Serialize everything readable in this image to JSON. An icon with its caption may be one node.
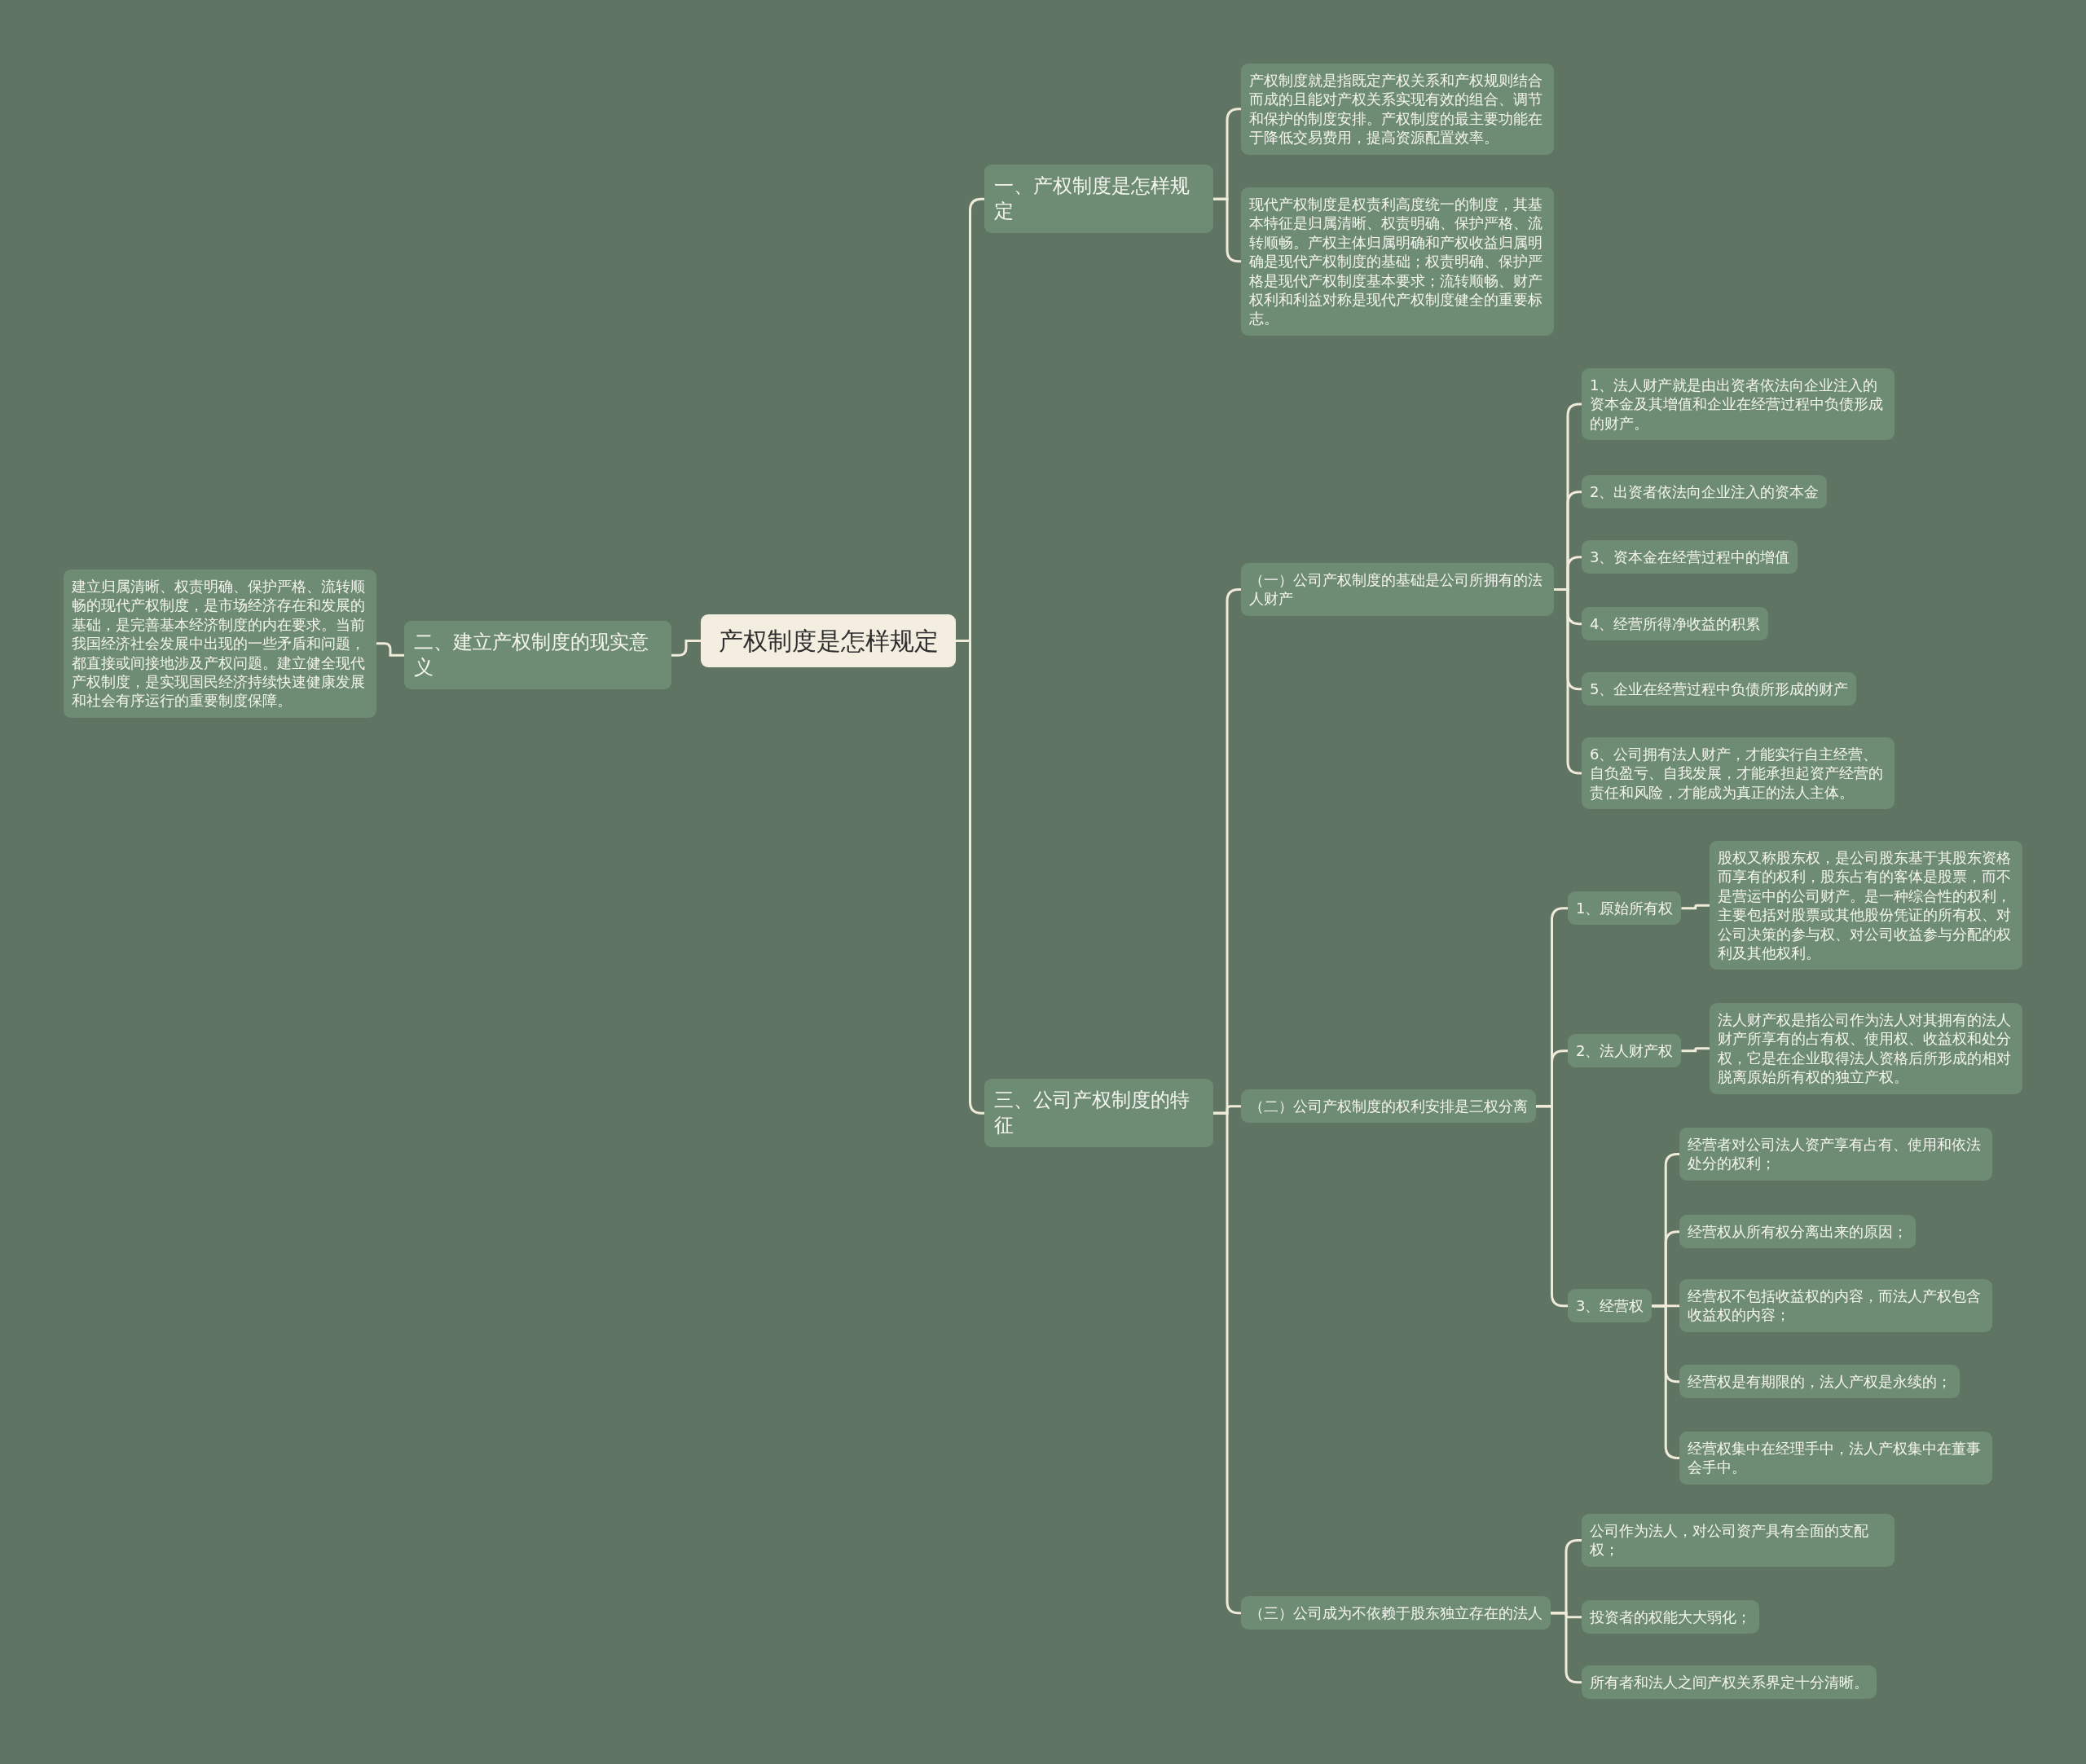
{
  "diagram": {
    "nodes": [
      {
        "text": [
          "产权制度是怎样规定"
        ]
      },
      {
        "text": [
          "一、产权制度是怎样规定"
        ]
      },
      {
        "text": [
          "产权制度就是指既定产权关系和产权规则结合而成的且能对产权关系实现有效的组合、调节和保护的制度安排。产权制度的最主要功能在于降低交易费用，提高资源配置效率。"
        ]
      },
      {
        "text": [
          "现代产权制度是权责利高度统一的制度，其基本特征是归属清晰、权责明确、保护严格、流转顺畅。产权主体归属明确和产权收益归属明确是现代产权制度的基础；权责明确、保护严格是现代产权制度基本要求；流转顺畅、财产权利和利益对称是现代产权制度健全的重要标志。"
        ]
      },
      {
        "text": [
          "二、建立产权制度的现实意义"
        ]
      },
      {
        "text": [
          "建立归属清晰、权责明确、保护严格、流转顺畅的现代产权制度，是市场经济存在和发展的基础，是完善基本经济制度的内在要求。当前我国经济社会发展中出现的一些矛盾和问题，都直接或间接地涉及产权问题。建立健全现代产权制度，是实现国民经济持续快速健康发展和社会有序运行的重要制度保障。"
        ]
      },
      {
        "text": [
          "三、公司产权制度的特征"
        ]
      },
      {
        "text": [
          "（一）公司产权制度的基础是公司所拥有的法人财产"
        ]
      },
      {
        "text": [
          "1、法人财产就是由出资者依法向企业注入的资本金及其增值和企业在经营过程中负债形成的财产。"
        ]
      },
      {
        "text": [
          "2、出资者依法向企业注入的资本金"
        ]
      },
      {
        "text": [
          "3、资本金在经营过程中的增值"
        ]
      },
      {
        "text": [
          "4、经营所得净收益的积累"
        ]
      },
      {
        "text": [
          "5、企业在经营过程中负债所形成的财产"
        ]
      },
      {
        "text": [
          "6、公司拥有法人财产，才能实行自主经营、自负盈亏、自我发展，才能承担起资产经营的责任和风险，才能成为真正的法人主体。"
        ]
      },
      {
        "text": [
          "（二）公司产权制度的权利安排是三权分离"
        ]
      },
      {
        "text": [
          "1、原始所有权"
        ]
      },
      {
        "text": [
          "股权又称股东权，是公司股东基于其股东资格而享有的权利，股东占有的客体是股票，而不是营运中的公司财产。是一种综合性的权利，主要包括对股票或其他股份凭证的所有权、对公司决策的参与权、对公司收益参与分配的权利及其他权利。"
        ]
      },
      {
        "text": [
          "2、法人财产权"
        ]
      },
      {
        "text": [
          "法人财产权是指公司作为法人对其拥有的法人财产所享有的占有权、使用权、收益权和处分权，它是在企业取得法人资格后所形成的相对脱离原始所有权的独立产权。"
        ]
      },
      {
        "text": [
          "3、经营权"
        ]
      },
      {
        "text": [
          "经营者对公司法人资产享有占有、使用和依法处分的权利；"
        ]
      },
      {
        "text": [
          "经营权从所有权分离出来的原因；"
        ]
      },
      {
        "text": [
          "经营权不包括收益权的内容，而法人产权包含收益权的内容；"
        ]
      },
      {
        "text": [
          "经营权是有期限的，法人产权是永续的；"
        ]
      },
      {
        "text": [
          "经营权集中在经理手中，法人产权集中在董事会手中。"
        ]
      },
      {
        "text": [
          "（三）公司成为不依赖于股东独立存在的法人"
        ]
      },
      {
        "text": [
          "公司作为法人，对公司资产具有全面的支配权；"
        ]
      },
      {
        "text": [
          "投资者的权能大大弱化；"
        ]
      },
      {
        "text": [
          "所有者和法人之间产权关系界定十分清晰。"
        ]
      }
    ],
    "edges": [
      {
        "from": 0,
        "to": 1,
        "arrow": "none"
      },
      {
        "from": 1,
        "to": 2,
        "arrow": "none"
      },
      {
        "from": 1,
        "to": 3,
        "arrow": "none"
      },
      {
        "from": 0,
        "to": 4,
        "arrow": "none"
      },
      {
        "from": 4,
        "to": 5,
        "arrow": "none"
      },
      {
        "from": 0,
        "to": 6,
        "arrow": "none"
      },
      {
        "from": 6,
        "to": 7,
        "arrow": "none"
      },
      {
        "from": 7,
        "to": 8,
        "arrow": "none"
      },
      {
        "from": 7,
        "to": 9,
        "arrow": "none"
      },
      {
        "from": 7,
        "to": 10,
        "arrow": "none"
      },
      {
        "from": 7,
        "to": 11,
        "arrow": "none"
      },
      {
        "from": 7,
        "to": 12,
        "arrow": "none"
      },
      {
        "from": 7,
        "to": 13,
        "arrow": "none"
      },
      {
        "from": 6,
        "to": 14,
        "arrow": "none"
      },
      {
        "from": 14,
        "to": 15,
        "arrow": "none"
      },
      {
        "from": 15,
        "to": 16,
        "arrow": "none"
      },
      {
        "from": 14,
        "to": 17,
        "arrow": "none"
      },
      {
        "from": 17,
        "to": 18,
        "arrow": "none"
      },
      {
        "from": 14,
        "to": 19,
        "arrow": "none"
      },
      {
        "from": 19,
        "to": 20,
        "arrow": "none"
      },
      {
        "from": 19,
        "to": 21,
        "arrow": "none"
      },
      {
        "from": 19,
        "to": 22,
        "arrow": "none"
      },
      {
        "from": 19,
        "to": 23,
        "arrow": "none"
      },
      {
        "from": 19,
        "to": 24,
        "arrow": "none"
      },
      {
        "from": 6,
        "to": 25,
        "arrow": "none"
      },
      {
        "from": 25,
        "to": 26,
        "arrow": "none"
      },
      {
        "from": 25,
        "to": 27,
        "arrow": "none"
      },
      {
        "from": 25,
        "to": 28,
        "arrow": "none"
      }
    ]
  }
}
